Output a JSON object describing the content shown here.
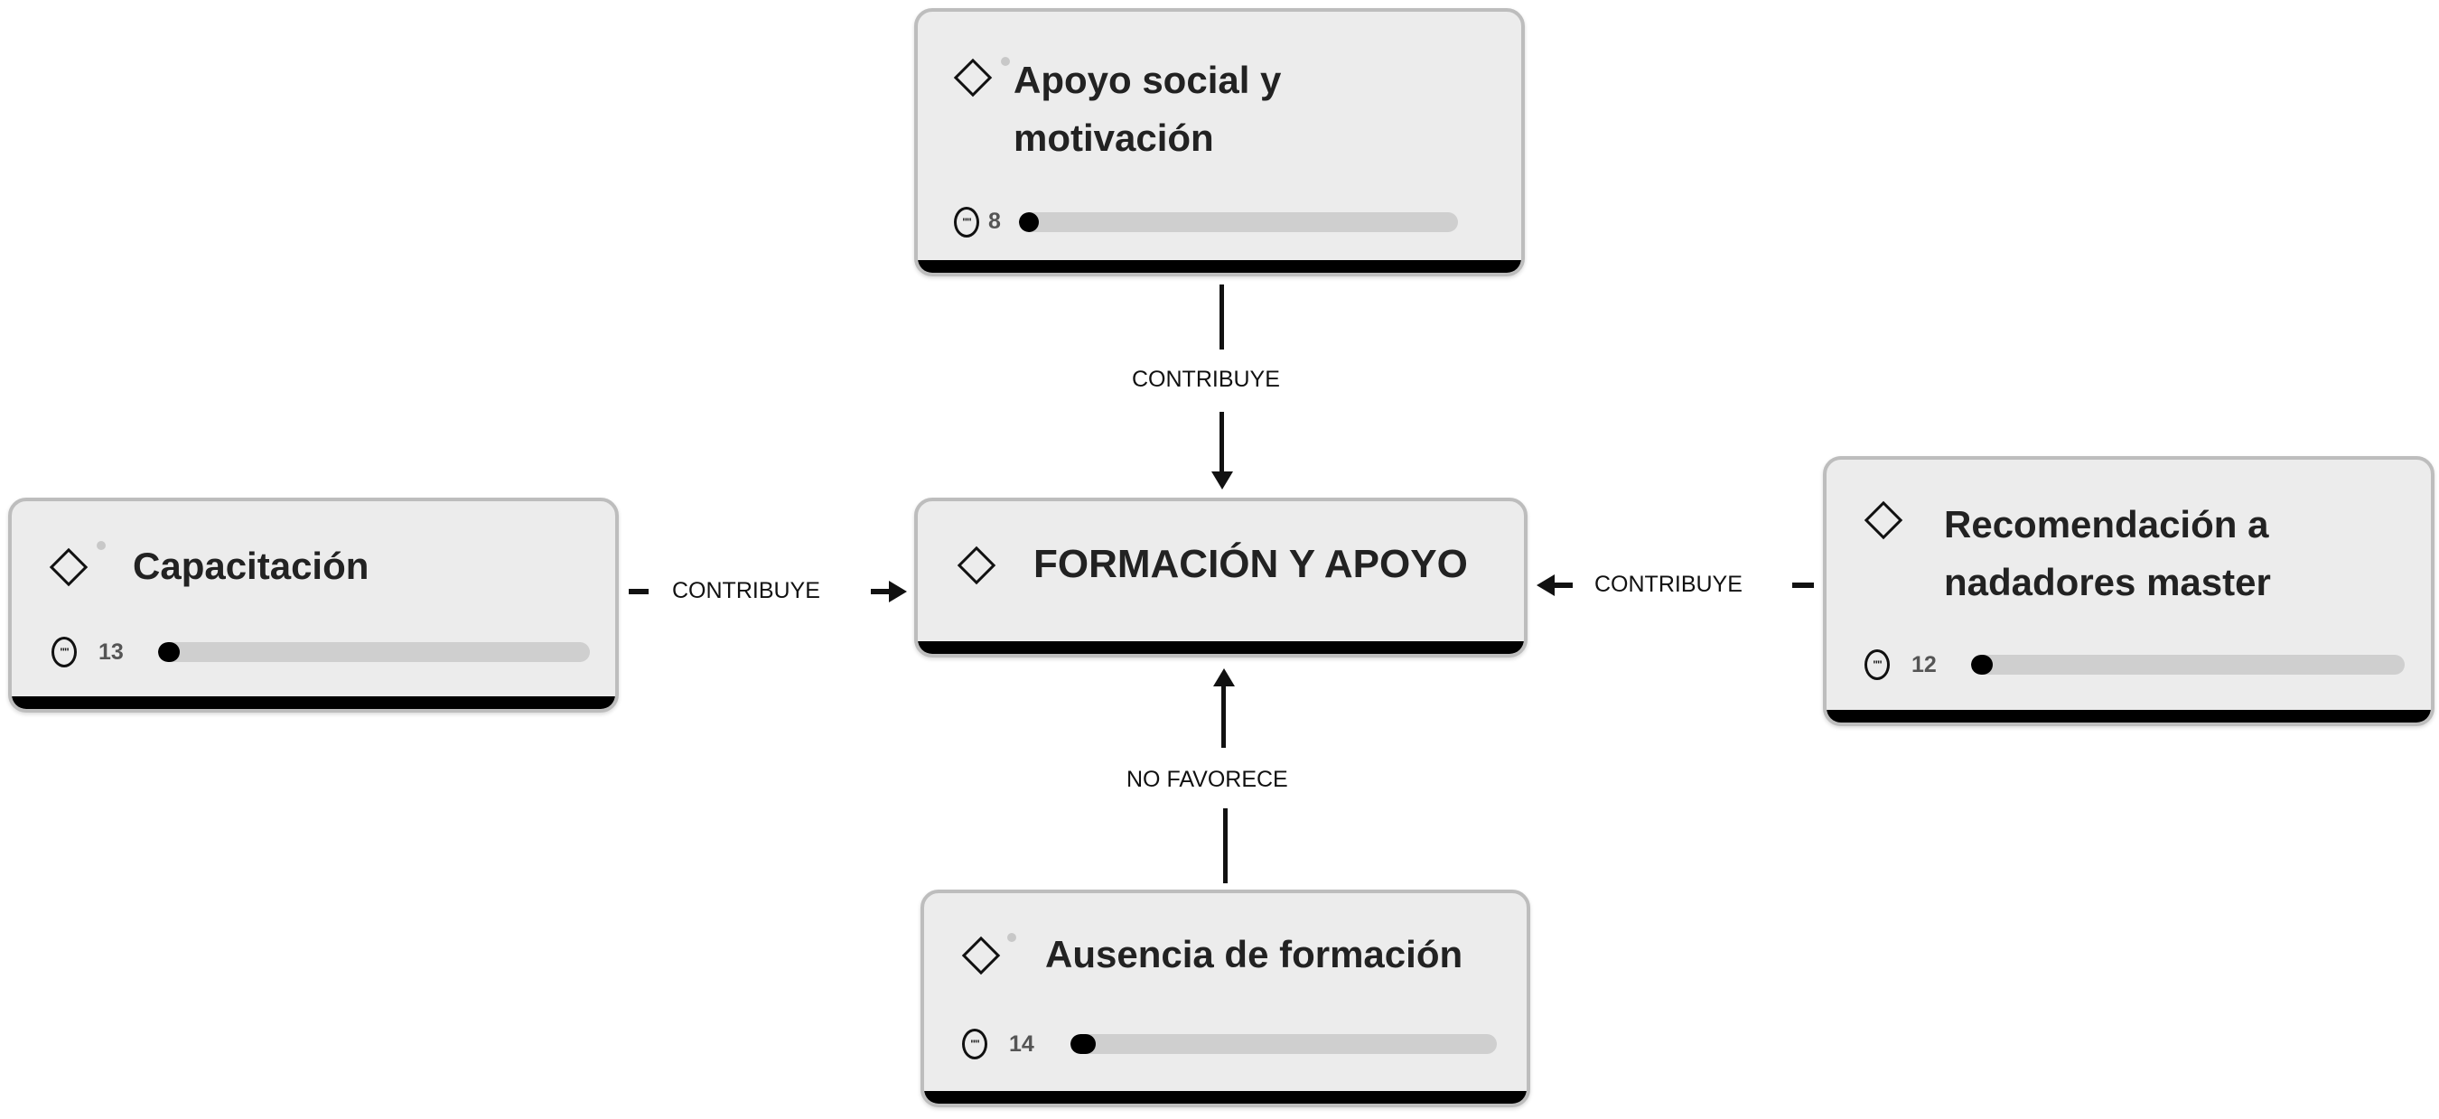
{
  "nodes": {
    "center": {
      "title": "FORMACIÓN Y APOYO"
    },
    "top": {
      "title": "Apoyo social y motivación",
      "count": "8",
      "progress_pct": 2
    },
    "left": {
      "title": "Capacitación",
      "count": "13",
      "progress_pct": 5
    },
    "right": {
      "title": "Recomendación a nadadores master",
      "count": "12",
      "progress_pct": 5
    },
    "bottom": {
      "title": "Ausencia de formación",
      "count": "14",
      "progress_pct": 6
    }
  },
  "edges": {
    "top": {
      "label": "CONTRIBUYE"
    },
    "left": {
      "label": "CONTRIBUYE"
    },
    "right": {
      "label": "CONTRIBUYE"
    },
    "bottom": {
      "label": "NO FAVORECE"
    }
  },
  "icons": {
    "node": "diamond-icon",
    "count": "quote-bubble-icon"
  }
}
